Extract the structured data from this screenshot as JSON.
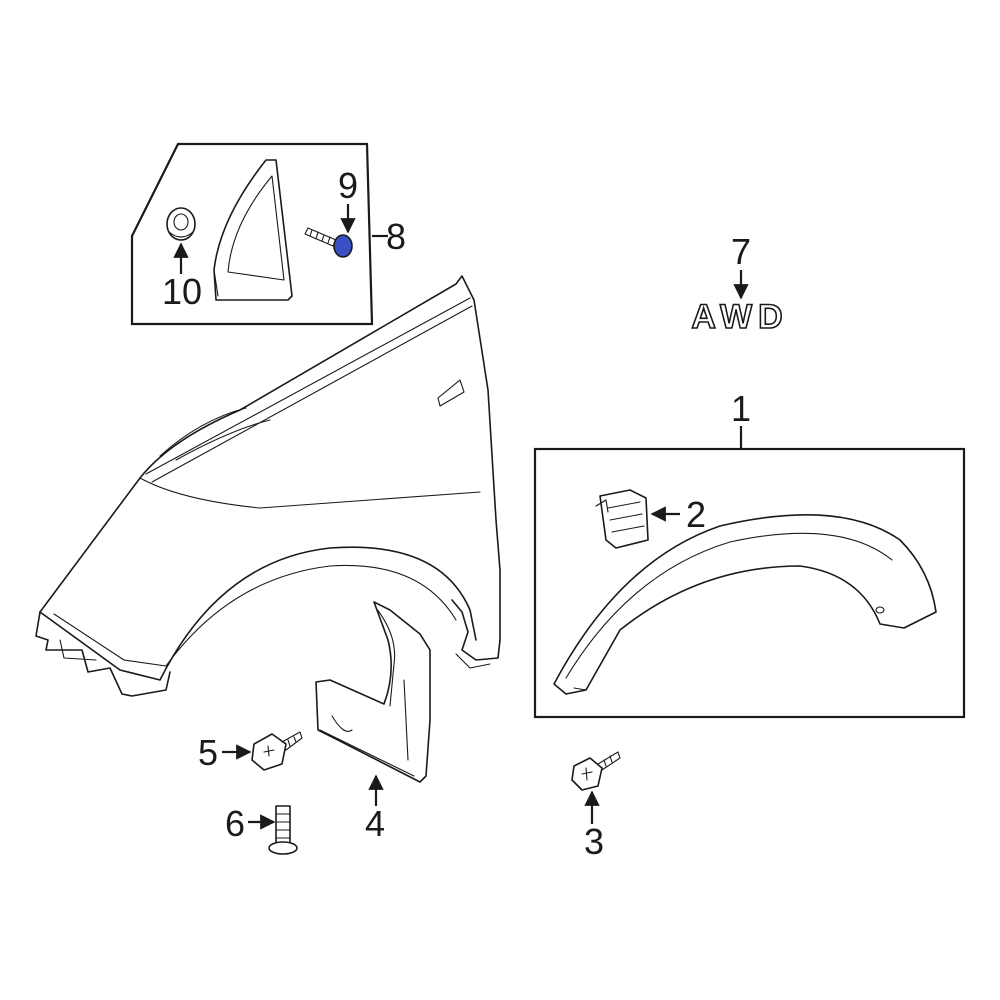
{
  "callouts": {
    "c1": "1",
    "c2": "2",
    "c3": "3",
    "c4": "4",
    "c5": "5",
    "c6": "6",
    "c7": "7",
    "c8": "8",
    "c9": "9",
    "c10": "10"
  },
  "badge": {
    "text": "AWD"
  },
  "colors": {
    "highlight": "#3a4fc4",
    "line": "#1a1a1a",
    "background": "#ffffff"
  }
}
